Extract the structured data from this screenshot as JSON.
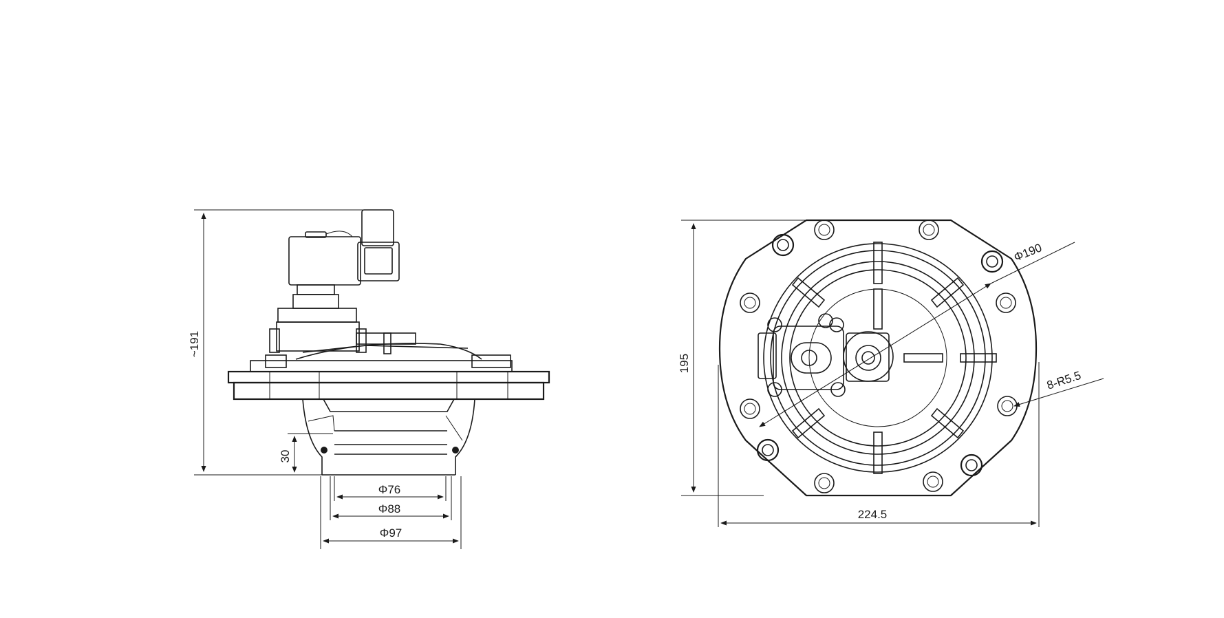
{
  "side_view": {
    "height_label": "~191",
    "ring_height_label": "30",
    "d1_label": "Φ76",
    "d2_label": "Φ88",
    "d3_label": "Φ97"
  },
  "top_view": {
    "flange_diameter_label": "Φ190",
    "height_label": "195",
    "hole_label": "8-R5.5",
    "width_label": "224.5"
  }
}
